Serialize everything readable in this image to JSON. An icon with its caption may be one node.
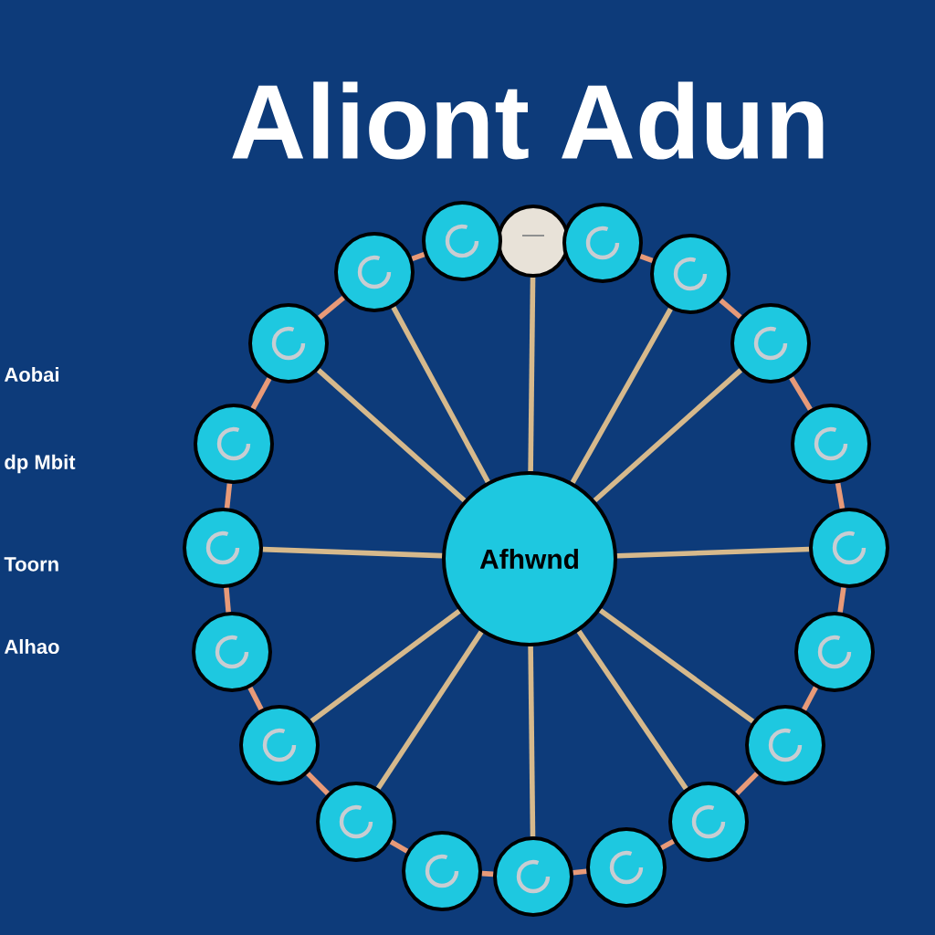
{
  "diagram": {
    "title": "Aliont Adun",
    "nodes": [
      {
        "text": [
          "Afhwnd"
        ]
      },
      {
        "text": [],
        "shape": "circle"
      },
      {
        "text": [],
        "shape": "circle"
      },
      {
        "text": [],
        "shape": "circle"
      },
      {
        "text": [],
        "shape": "circle"
      },
      {
        "text": [],
        "shape": "circle"
      },
      {
        "text": [],
        "shape": "circle"
      },
      {
        "text": [],
        "shape": "circle"
      },
      {
        "text": [],
        "shape": "circle"
      },
      {
        "text": [],
        "shape": "circle"
      },
      {
        "text": [],
        "shape": "circle"
      },
      {
        "text": [],
        "shape": "circle"
      },
      {
        "text": [],
        "shape": "circle"
      },
      {
        "text": [],
        "shape": "circle"
      },
      {
        "text": [],
        "shape": "circle"
      },
      {
        "text": [],
        "shape": "circle"
      },
      {
        "text": [],
        "shape": "circle"
      },
      {
        "text": [],
        "shape": "circle"
      },
      {
        "text": [],
        "shape": "circle"
      },
      {
        "text": [],
        "shape": "circle"
      },
      {
        "text": [],
        "shape": "circle"
      }
    ],
    "edges": [
      {
        "from": 0,
        "to": 1,
        "arrow": "none",
        "color": "#d6b98c"
      },
      {
        "from": 0,
        "to": 3,
        "arrow": "none",
        "color": "#d6b98c"
      },
      {
        "from": 0,
        "to": 4,
        "arrow": "none",
        "color": "#d6b98c"
      },
      {
        "from": 0,
        "to": 6,
        "arrow": "none",
        "color": "#d6b98c"
      },
      {
        "from": 0,
        "to": 8,
        "arrow": "none",
        "color": "#d6b98c"
      },
      {
        "from": 0,
        "to": 9,
        "arrow": "none",
        "color": "#d6b98c"
      },
      {
        "from": 0,
        "to": 11,
        "arrow": "none",
        "color": "#d6b98c"
      },
      {
        "from": 0,
        "to": 13,
        "arrow": "none",
        "color": "#d6b98c"
      },
      {
        "from": 0,
        "to": 14,
        "arrow": "none",
        "color": "#d6b98c"
      },
      {
        "from": 0,
        "to": 16,
        "arrow": "none",
        "color": "#d6b98c"
      },
      {
        "from": 0,
        "to": 18,
        "arrow": "none",
        "color": "#d6b98c"
      },
      {
        "from": 0,
        "to": 19,
        "arrow": "none",
        "color": "#d6b98c"
      },
      {
        "from": 2,
        "to": 3,
        "arrow": "none"
      },
      {
        "from": 3,
        "to": 4,
        "arrow": "none"
      },
      {
        "from": 4,
        "to": 5,
        "arrow": "none"
      },
      {
        "from": 5,
        "to": 6,
        "arrow": "none"
      },
      {
        "from": 6,
        "to": 7,
        "arrow": "none"
      },
      {
        "from": 7,
        "to": 8,
        "arrow": "none"
      },
      {
        "from": 8,
        "to": 9,
        "arrow": "none"
      },
      {
        "from": 9,
        "to": 10,
        "arrow": "none"
      },
      {
        "from": 10,
        "to": 11,
        "arrow": "none"
      },
      {
        "from": 11,
        "to": 12,
        "arrow": "none"
      },
      {
        "from": 12,
        "to": 13,
        "arrow": "none"
      },
      {
        "from": 13,
        "to": 14,
        "arrow": "none"
      },
      {
        "from": 14,
        "to": 15,
        "arrow": "none"
      },
      {
        "from": 15,
        "to": 16,
        "arrow": "none"
      },
      {
        "from": 16,
        "to": 17,
        "arrow": "none"
      },
      {
        "from": 17,
        "to": 18,
        "arrow": "none"
      },
      {
        "from": 18,
        "to": 19,
        "arrow": "none"
      },
      {
        "from": 19,
        "to": 20,
        "arrow": "none"
      }
    ],
    "labels": [
      "Aobai",
      "dp Mbit",
      "Toorn",
      "Alhao"
    ]
  }
}
